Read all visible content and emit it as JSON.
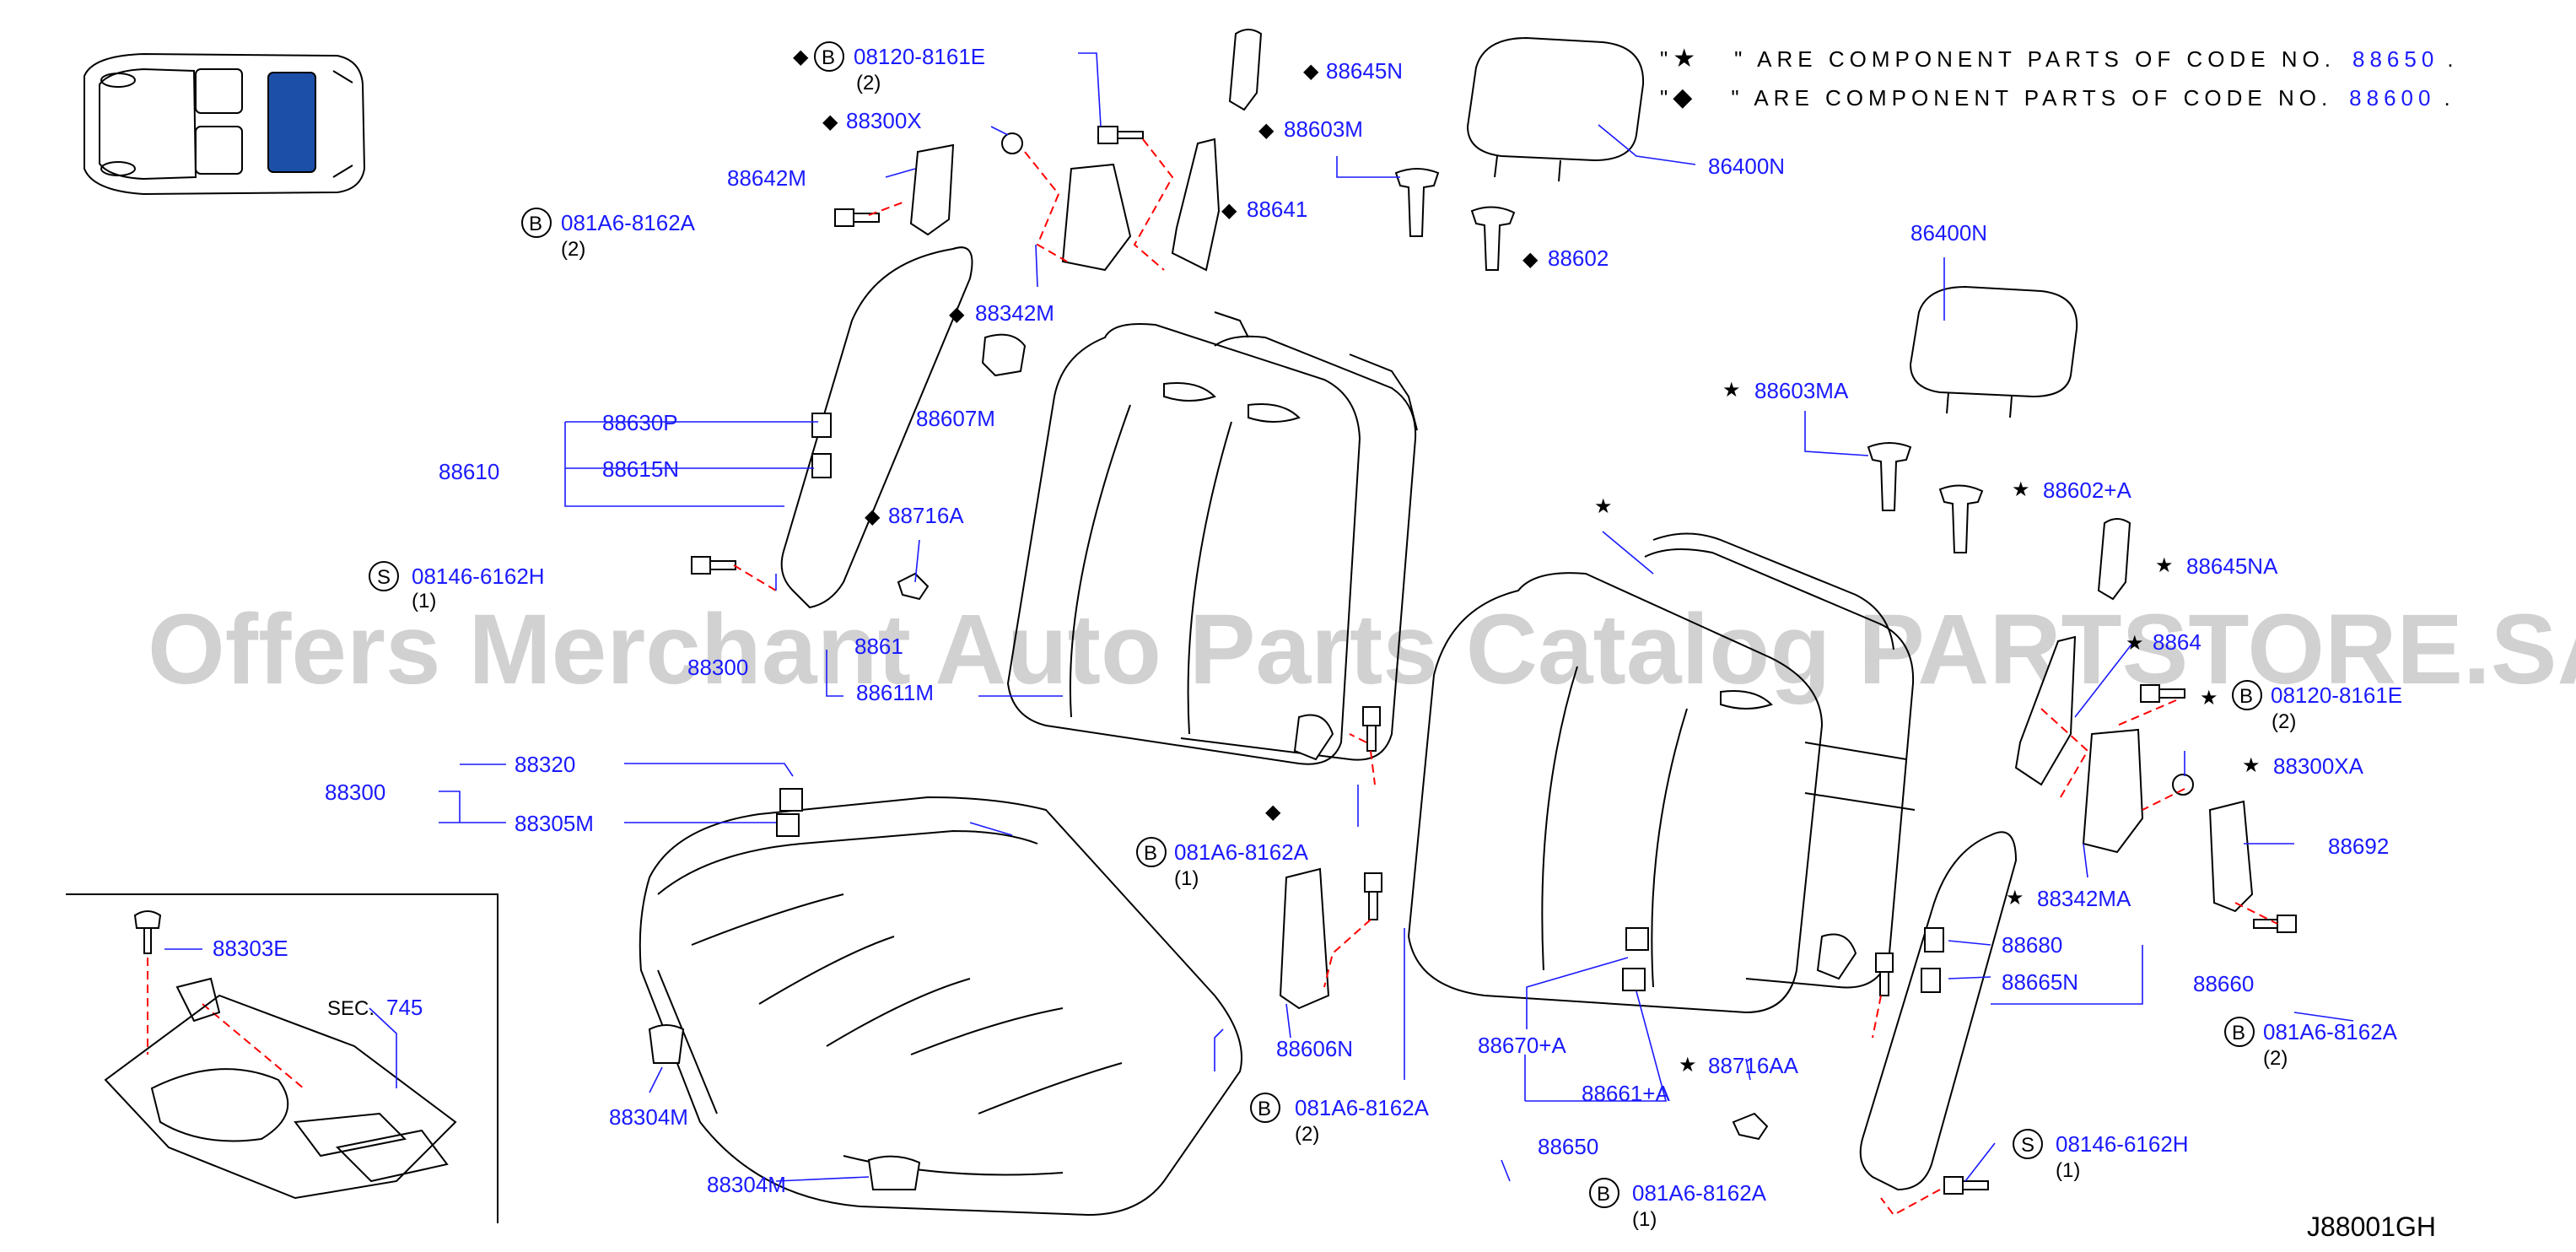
{
  "notes": [
    {
      "prefix": "\"",
      "symbol": "★",
      "suffix": "\"  ARE  COMPONENT  PARTS  OF  CODE  NO.",
      "code": "88650",
      "end": "."
    },
    {
      "prefix": "\"",
      "symbol": "◆",
      "suffix": "\"  ARE  COMPONENT  PARTS  OF  CODE  NO.",
      "code": "88600",
      "end": "."
    }
  ],
  "watermark": "Offers Merchant Auto Parts Catalog PARTSTORE.SA",
  "diagram_code": "J88001GH",
  "section_ref": {
    "prefix": "SEC.",
    "number": "745"
  },
  "labels": {
    "l_08120_8161E_top": "08120-8161E",
    "l_08120_top_qty": "(2)",
    "l_88645N": "88645N",
    "l_88300X": "88300X",
    "l_88603M": "88603M",
    "l_86400N_top": "86400N",
    "l_88642M": "88642M",
    "l_88641": "88641",
    "l_081A6_left": "081A6-8162A",
    "l_081A6_left_qty": "(2)",
    "l_88602": "88602",
    "l_88342M": "88342M",
    "l_88607M": "88607M",
    "l_86400N_right": "86400N",
    "l_88630P": "88630P",
    "l_88615N": "88615N",
    "l_88610": "88610",
    "l_88716A": "88716A",
    "l_88603MA": "88603MA",
    "l_88602A": "88602+A",
    "l_08146_left": "08146-6162H",
    "l_08146_left_qty": "(1)",
    "l_88645NA": "88645NA",
    "l_88300_partial": "88300",
    "l_88611M": "88611M",
    "l_88641A_partial": "8864",
    "l_88320": "88320",
    "l_88300": "88300",
    "l_88305M": "88305M",
    "l_08120_8161E_right": "08120-8161E",
    "l_08120_right_qty": "(2)",
    "l_88300XA": "88300XA",
    "l_081A6_mid": "081A6-8162A",
    "l_081A6_mid_qty": "(1)",
    "l_88692": "88692",
    "l_88342MA": "88342MA",
    "l_88303E": "88303E",
    "l_88680": "88680",
    "l_88665N": "88665N",
    "l_88660": "88660",
    "l_081A6_right": "081A6-8162A",
    "l_081A6_right_qty": "(2)",
    "l_88606N": "88606N",
    "l_88670A": "88670+A",
    "l_88716AA": "88716AA",
    "l_081A6_bottom_mid": "081A6-8162A",
    "l_081A6_bottom_mid_qty": "(2)",
    "l_88304M_a": "88304M",
    "l_88661A": "88661+A",
    "l_88650": "88650",
    "l_08146_right": "08146-6162H",
    "l_08146_right_qty": "(1)",
    "l_88304M_b": "88304M",
    "l_081A6_bottom": "081A6-8162A",
    "l_081A6_bottom_qty": "(1)",
    "l_88610_partial": "8861"
  },
  "callouts": {
    "B": "B",
    "S": "S"
  },
  "symbols": {
    "diamond": "◆",
    "star": "★"
  },
  "colors": {
    "label": "#1a1aff",
    "dash": "#ff0000",
    "highlight": "#1c4fa8",
    "watermark": "#9a9a9a"
  }
}
